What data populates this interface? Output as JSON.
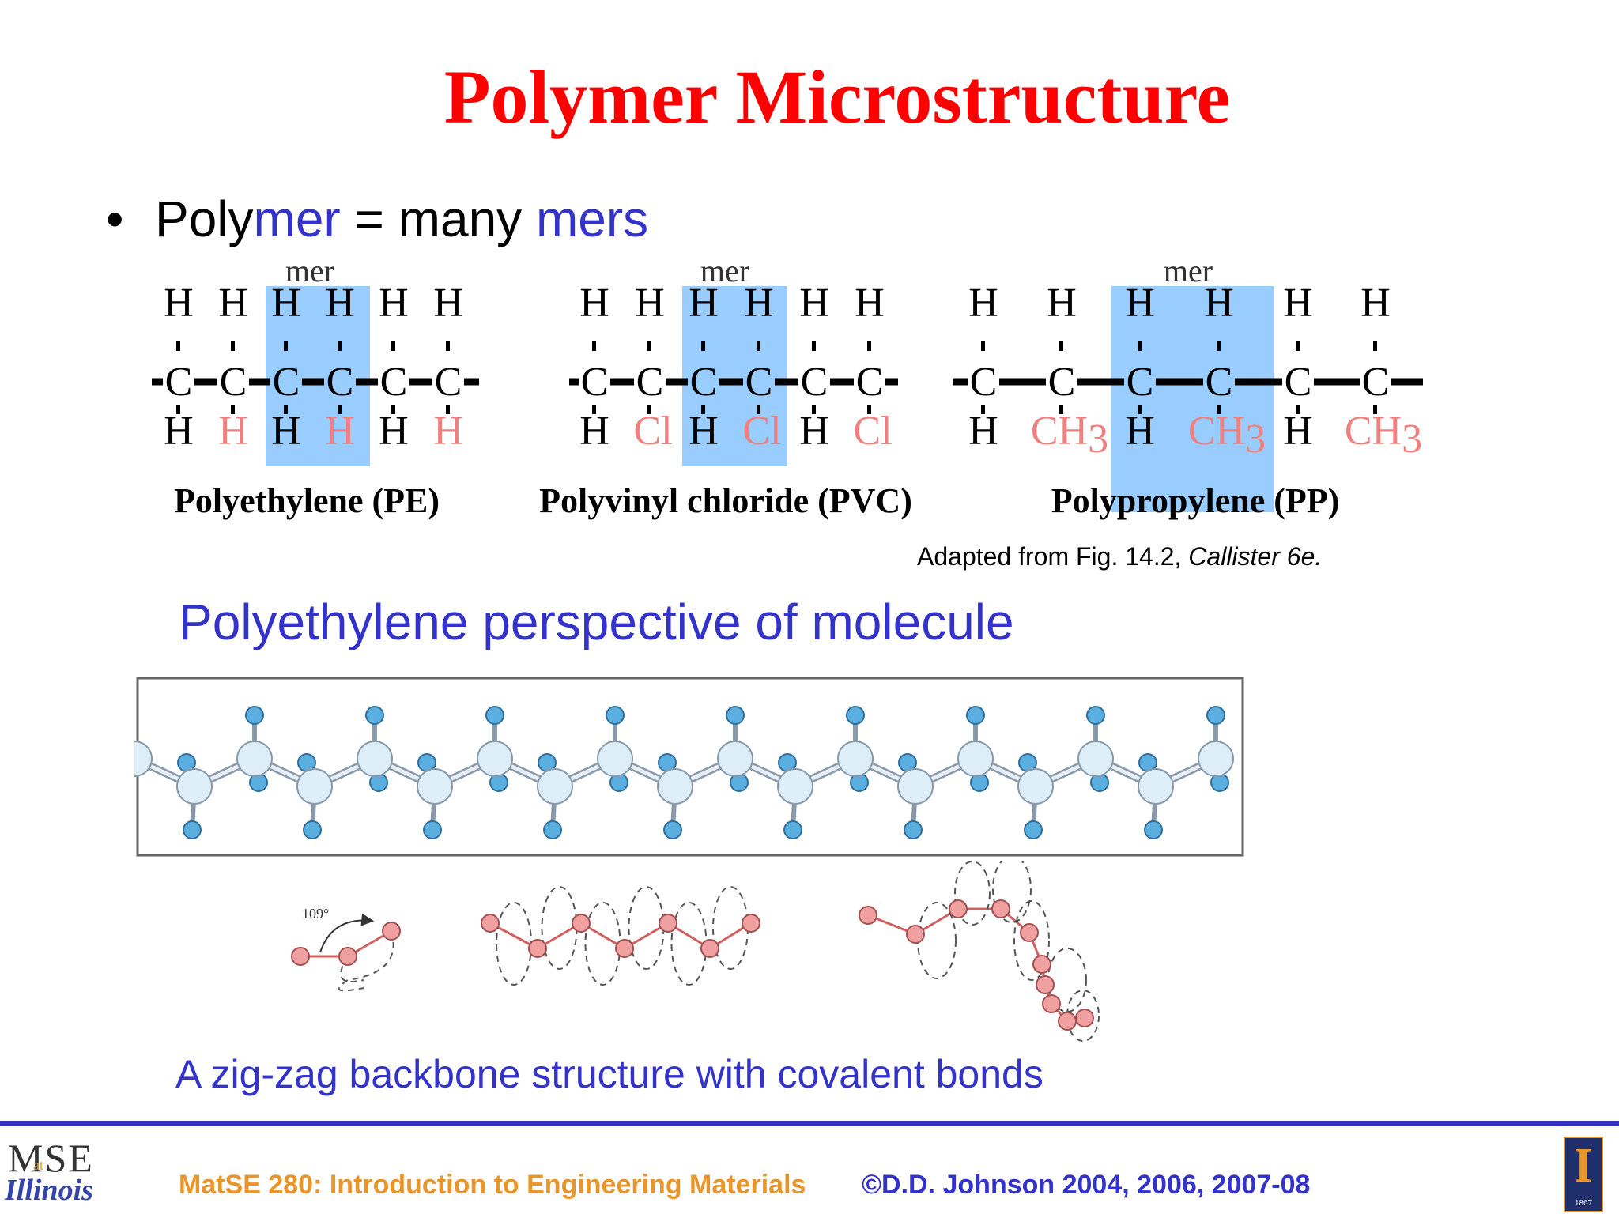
{
  "slide": {
    "title": "Polymer Microstructure",
    "bullet": {
      "part1": "Poly",
      "part2": "mer",
      "part3": " = many ",
      "part4": "mers"
    }
  },
  "formulas": {
    "mer_label": "mer",
    "atoms": {
      "h": "H",
      "c": "C",
      "cl": "Cl",
      "ch": "CH",
      "sub3": "3"
    },
    "names": {
      "pe": "Polyethylene (PE)",
      "pvc": "Polyvinyl chloride (PVC)",
      "pp": "Polypropylene (PP)"
    },
    "credit_prefix": "Adapted from Fig. 14.2, ",
    "credit_source": "Callister 6e."
  },
  "perspective": {
    "heading": "Polyethylene perspective of molecule",
    "angle_label": "109°"
  },
  "caption": "A zig-zag backbone structure with covalent bonds",
  "footer": {
    "logo_mse": "MSE",
    "logo_at": "at",
    "logo_illinois": "Illinois",
    "course": "MatSE 280: Introduction to Engineering Materials",
    "copyright": "©D.D. Johnson 2004, 2006, 2007-08",
    "seal_letter": "I",
    "seal_year": "1867"
  },
  "colors": {
    "title": "#ff0000",
    "accent_blue": "#3333cc",
    "highlight": "#99ccff",
    "substituent": "#f08080",
    "footer_orange": "#e8952a",
    "atom_blue": "#5aaee0",
    "carbon_light": "#ddeef8",
    "bead_pink": "#f0a0a0"
  }
}
